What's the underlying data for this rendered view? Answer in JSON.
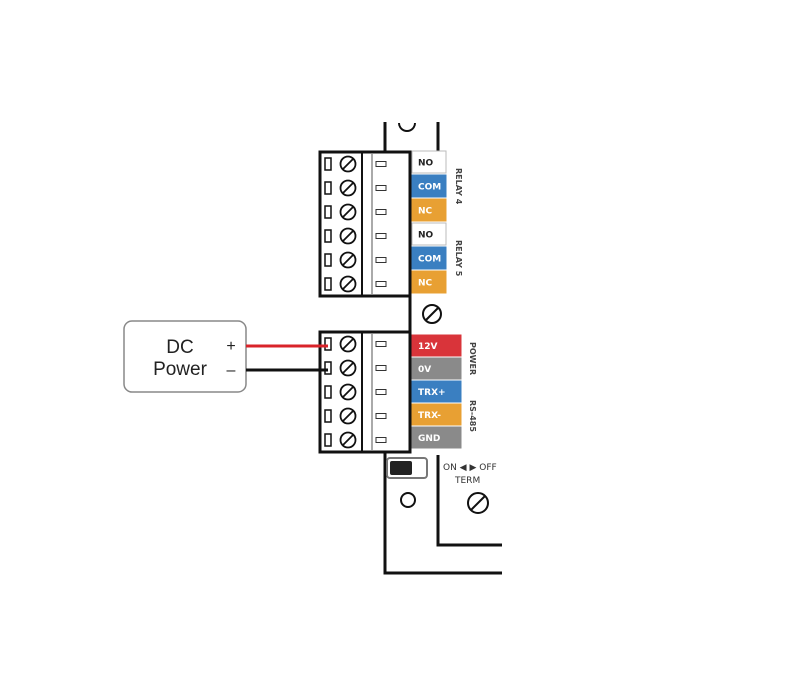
{
  "power_supply": {
    "line1": "DC",
    "line2": "Power",
    "plus": "+",
    "minus": "–"
  },
  "relay_labels": [
    "NO",
    "COM",
    "NC",
    "NO",
    "COM",
    "NC"
  ],
  "relay_groups": [
    "RELAY 4",
    "RELAY 5"
  ],
  "power_labels": [
    "12V",
    "0V",
    "TRX+",
    "TRX-",
    "GND"
  ],
  "power_groups": [
    "POWER",
    "RS-485"
  ],
  "term_switch": {
    "text": "ON ◀ ▶ OFF",
    "label": "TERM"
  },
  "colors": {
    "no": "#ffffff",
    "com": "#3a7fc1",
    "nc": "#e8a033",
    "v12": "#d9343a",
    "v0": "#8a8a8a",
    "trx_plus": "#3a7fc1",
    "trx_minus": "#e8a033",
    "gnd": "#8a8a8a",
    "wire_pos": "#d9232a",
    "wire_neg": "#111111"
  }
}
